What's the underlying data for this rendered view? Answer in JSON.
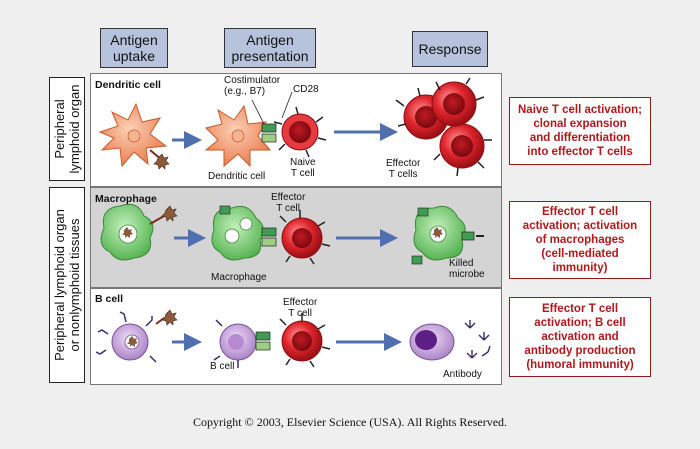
{
  "headers": {
    "uptake": [
      "Antigen",
      "uptake"
    ],
    "presentation": [
      "Antigen",
      "presentation"
    ],
    "response": "Response"
  },
  "side_labels": {
    "top": [
      "Peripheral",
      "lymphoid organ"
    ],
    "bottom": [
      "Peripheral lymphoid organ",
      "or nonlymphoid tissues"
    ]
  },
  "rows": {
    "dendritic": {
      "cell_type": "Dendritic cell",
      "costimulator": [
        "Costimulator",
        "(e.g., B7)"
      ],
      "cd28": "CD28",
      "apc_label": "Dendritic cell",
      "t_label": [
        "Naive",
        "T cell"
      ],
      "effector_label": [
        "Effector",
        "T cells"
      ],
      "response": [
        "Naive T cell activation;",
        "clonal expansion",
        "and differentiation",
        "into effector T cells"
      ]
    },
    "macrophage": {
      "cell_type": "Macrophage",
      "t_label": [
        "Effector",
        "T cell"
      ],
      "apc_label": "Macrophage",
      "killed_label": [
        "Killed",
        "microbe"
      ],
      "response": [
        "Effector T cell",
        "activation; activation",
        "of macrophages",
        "(cell-mediated",
        "immunity)"
      ]
    },
    "bcell": {
      "cell_type": "B cell",
      "t_label": [
        "Effector",
        "T cell"
      ],
      "apc_label": "B cell",
      "antibody_label": "Antibody",
      "response": [
        "Effector T cell",
        "activation; B cell",
        "activation and",
        "antibody production",
        "(humoral immunity)"
      ]
    }
  },
  "colors": {
    "header_bg": "#b7c3dd",
    "panel_light": "#ffffff",
    "panel_gray": "#d4d4d4",
    "response_text": "#b3161b",
    "dendritic": "#f2a07a",
    "macrophage": "#7fd07a",
    "bcell": "#c9a6dc",
    "tcell": "#d8202a",
    "arrow": "#4f6fae"
  },
  "copyright": "Copyright © 2003, Elsevier Science (USA). All Rights Reserved."
}
